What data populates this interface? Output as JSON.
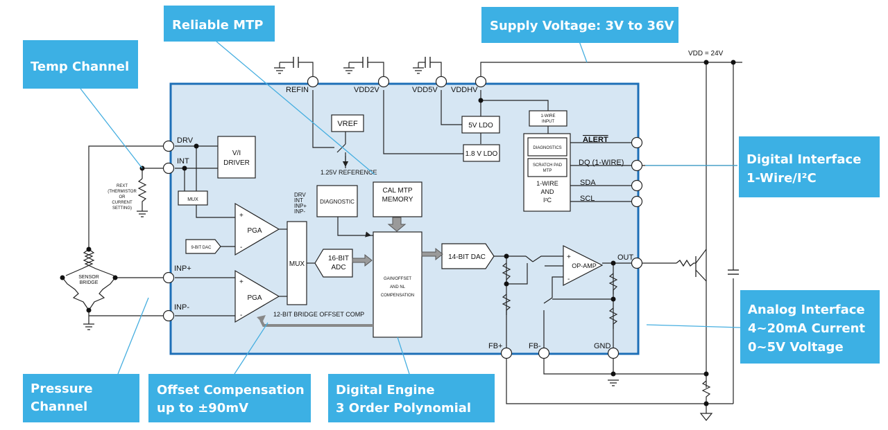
{
  "callouts": {
    "reliable_mtp": "Reliable MTP",
    "supply_voltage": "Supply Voltage: 3V to 36V",
    "temp_channel": "Temp Channel",
    "digital_interface": [
      "Digital Interface",
      "1-Wire/I²C"
    ],
    "analog_interface": [
      "Analog Interface",
      "4~20mA Current",
      "0~5V Voltage"
    ],
    "pressure_channel": [
      "Pressure",
      "Channel"
    ],
    "offset_comp": [
      "Offset Compensation",
      "up to ±90mV"
    ],
    "digital_engine": [
      "Digital Engine",
      "3 Order Polynomial"
    ]
  },
  "pins": {
    "refin": "REFIN",
    "vdd2v": "VDD2V",
    "vdd5v": "VDD5V",
    "vddhv": "VDDHV",
    "drv": "DRV",
    "int": "INT",
    "inp_pos": "INP+",
    "inp_neg": "INP-",
    "alert": "ALERT",
    "dq": "DQ (1-WIRE)",
    "sda": "SDA",
    "scl": "SCL",
    "out": "OUT",
    "fb_pos": "FB+",
    "fb_neg": "FB-",
    "gnd": "GND",
    "vdd24": "VDD = 24V"
  },
  "blocks": {
    "vref": "VREF",
    "ref_125": "1.25V REFERENCE",
    "ldo5": "5V LDO",
    "ldo18": "1.8 V LDO",
    "onewire_input": [
      "1-WIRE",
      "INPUT"
    ],
    "diagnostics": "DIAGNOSTICS",
    "scratch": [
      "SCRATCH PAD",
      "MTP"
    ],
    "iface": [
      "1-WIRE",
      "AND",
      "I²C"
    ],
    "vi_driver": [
      "V/I",
      "DRIVER"
    ],
    "mux_small": "MUX",
    "rext": [
      "REXT",
      "(THERMISTOR",
      "OR",
      "CURRENT",
      "SETTING)"
    ],
    "diag_inputs": [
      "DRV",
      "INT",
      "INP+",
      "INP-"
    ],
    "diagnostic": "DIAGNOSTIC",
    "cal_mtp": [
      "CAL MTP",
      "MEMORY"
    ],
    "pga": "PGA",
    "dac9": "9-BIT DAC",
    "mux": "MUX",
    "adc16": [
      "16-BIT",
      "ADC"
    ],
    "gain": [
      "GAIN/OFFSET",
      "AND NL",
      "COMPENSATION"
    ],
    "dac14": "14-BIT DAC",
    "opamp": "OP-AMP",
    "bridge_offset": "12-BIT BRIDGE OFFSET COMP",
    "sensor_bridge": [
      "SENSOR",
      "BRIDGE"
    ],
    "plus": "+",
    "minus": "-"
  },
  "colors": {
    "chip_fill": "#d6e6f3",
    "chip_border": "#1d6fb7",
    "callout_bg": "#3cb0e4",
    "leader_line": "#45aee0"
  }
}
